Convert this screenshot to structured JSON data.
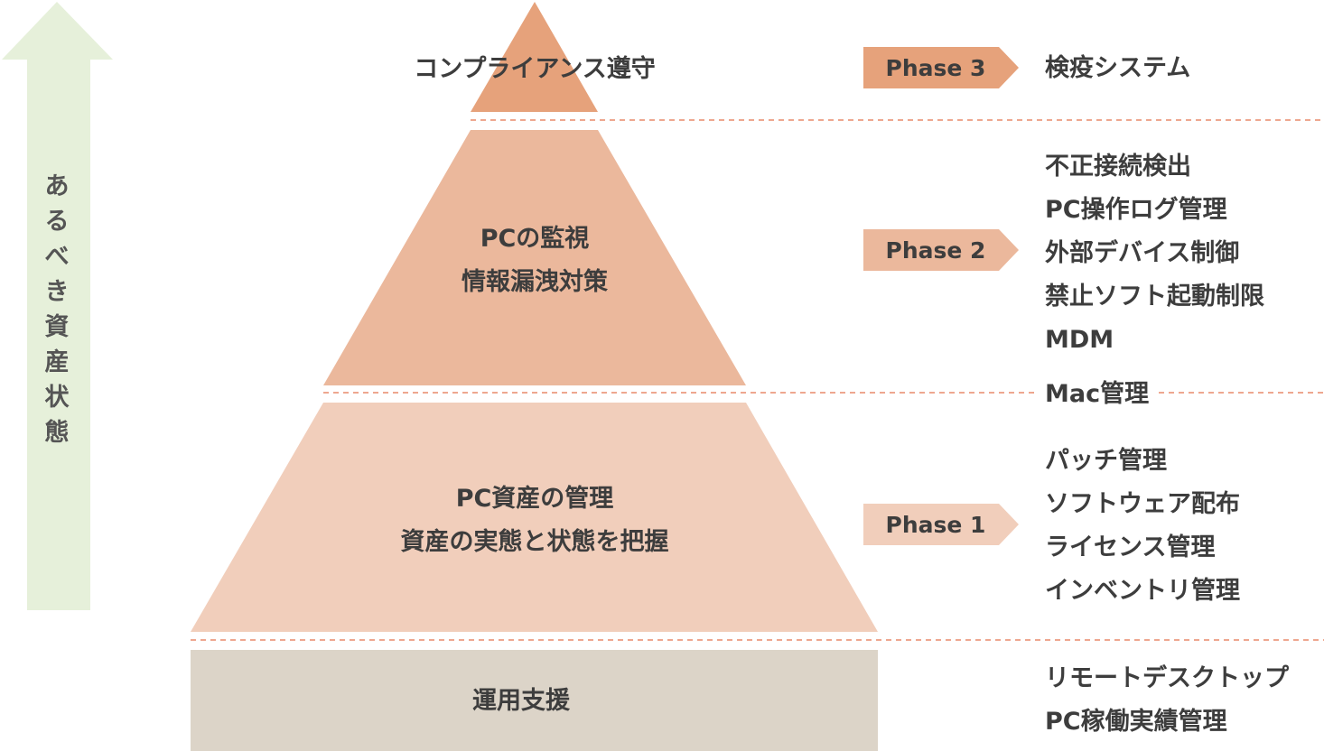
{
  "axis": {
    "label": [
      "あ",
      "る",
      "べ",
      "き",
      "資",
      "産",
      "状",
      "態"
    ],
    "color": "#e6f0da"
  },
  "layers": {
    "top": {
      "lines": [
        "コンプライアンス遵守"
      ],
      "color": "#e6a27b"
    },
    "middle": {
      "lines": [
        "PCの監視",
        "情報漏洩対策"
      ],
      "color": "#ebb89c"
    },
    "bottom": {
      "lines": [
        "PC資産の管理",
        "資産の実態と状態を把握"
      ],
      "color": "#f1cebb"
    },
    "base": {
      "lines": [
        "運用支援"
      ],
      "color": "#dcd4c8"
    }
  },
  "phases": [
    {
      "label": "Phase 3",
      "color": "#e6a27b"
    },
    {
      "label": "Phase 2",
      "color": "#ebb89c"
    },
    {
      "label": "Phase 1",
      "color": "#f1cebb"
    }
  ],
  "functions": {
    "phase3": [
      "検疫システム"
    ],
    "phase2": [
      "不正接続検出",
      "PC操作ログ管理",
      "外部デバイス制御",
      "禁止ソフト起動制限",
      "MDM"
    ],
    "boundary": [
      "Mac管理"
    ],
    "phase1": [
      "パッチ管理",
      "ソフトウェア配布",
      "ライセンス管理",
      "インベントリ管理"
    ],
    "base": [
      "リモートデスクトップ",
      "PC稼働実績管理"
    ]
  },
  "divider_color": "#e88a6a"
}
